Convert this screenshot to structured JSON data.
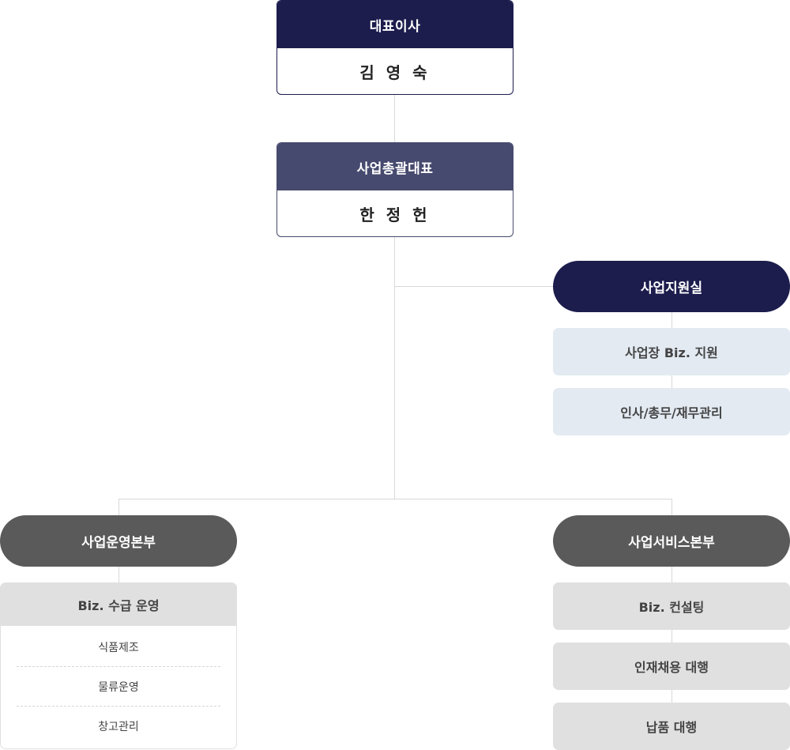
{
  "colors": {
    "navy": "#1c1d4d",
    "slate": "#464a6e",
    "dark_gray": "#5a5a5a",
    "light_blue": "#e3eaf2",
    "light_gray": "#e0e0e0",
    "connector": "#d9d9d9"
  },
  "ceo": {
    "title": "대표이사",
    "name": "김 영 숙"
  },
  "coo": {
    "title": "사업총괄대표",
    "name": "한 정 헌"
  },
  "support_office": {
    "title": "사업지원실",
    "items": [
      "사업장 Biz. 지원",
      "인사/총무/재무관리"
    ]
  },
  "operations_division": {
    "title": "사업운영본부",
    "group_title": "Biz. 수급 운영",
    "items": [
      "식품제조",
      "물류운영",
      "창고관리"
    ]
  },
  "service_division": {
    "title": "사업서비스본부",
    "items": [
      "Biz. 컨설팅",
      "인재채용 대행",
      "납품 대행"
    ]
  }
}
